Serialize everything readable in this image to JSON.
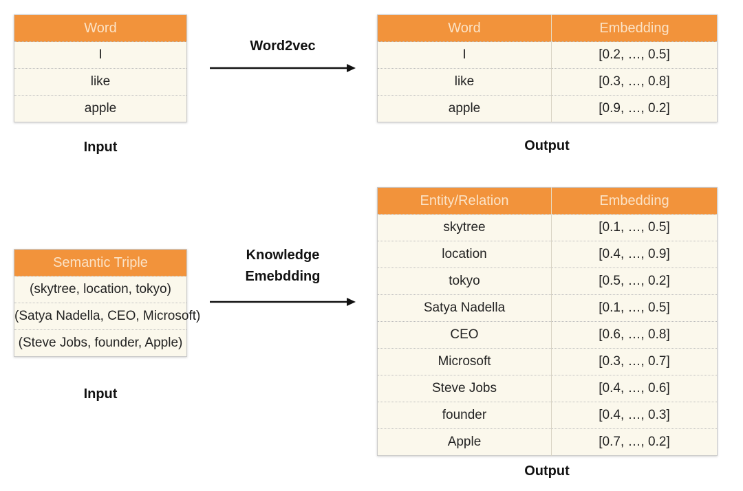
{
  "top": {
    "input_table": {
      "header": "Word",
      "rows": [
        "I",
        "like",
        "apple"
      ]
    },
    "input_caption": "Input",
    "method": "Word2vec",
    "output_table": {
      "headers": [
        "Word",
        "Embedding"
      ],
      "rows": [
        [
          "I",
          "[0.2, …, 0.5]"
        ],
        [
          "like",
          "[0.3, …, 0.8]"
        ],
        [
          "apple",
          "[0.9, …, 0.2]"
        ]
      ]
    },
    "output_caption": "Output"
  },
  "bottom": {
    "input_table": {
      "header": "Semantic Triple",
      "rows": [
        "(skytree, location, tokyo)",
        "(Satya Nadella, CEO, Microsoft)",
        "(Steve Jobs, founder, Apple)"
      ]
    },
    "input_caption": "Input",
    "method_line1": "Knowledge",
    "method_line2": "Emebdding",
    "output_table": {
      "headers": [
        "Entity/Relation",
        "Embedding"
      ],
      "rows": [
        [
          "skytree",
          "[0.1, …, 0.5]"
        ],
        [
          "location",
          "[0.4, …, 0.9]"
        ],
        [
          "tokyo",
          "[0.5, …, 0.2]"
        ],
        [
          "Satya Nadella",
          "[0.1, …, 0.5]"
        ],
        [
          "CEO",
          "[0.6, …, 0.8]"
        ],
        [
          "Microsoft",
          "[0.3, …, 0.7]"
        ],
        [
          "Steve Jobs",
          "[0.4, …, 0.6]"
        ],
        [
          "founder",
          "[0.4, …, 0.3]"
        ],
        [
          "Apple",
          "[0.7, …, 0.2]"
        ]
      ]
    },
    "output_caption": "Output"
  },
  "colors": {
    "header_fill": "#f2933b",
    "header_text": "#fbe3c7",
    "cell_fill": "#fbf8ec",
    "arrow": "#111111"
  }
}
